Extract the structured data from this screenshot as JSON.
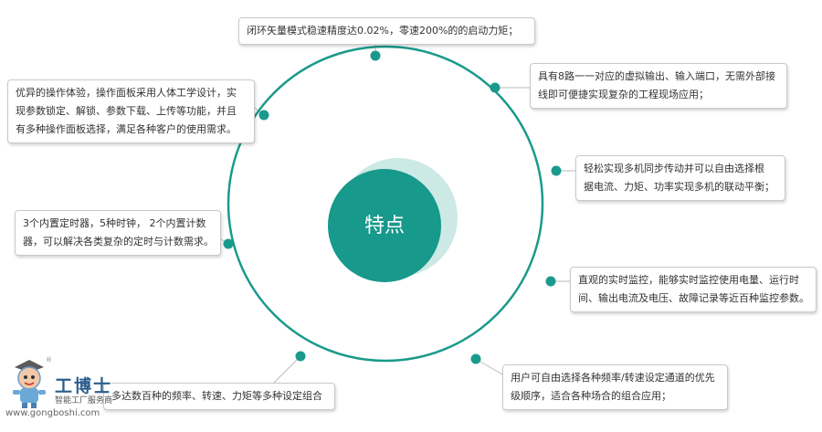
{
  "center": {
    "label": "特点"
  },
  "features": [
    {
      "id": "top",
      "lines": [
        "闭环矢量模式稳速精度达0.02%，零速200%的的启动力矩；"
      ]
    },
    {
      "id": "right-1",
      "lines": [
        "具有8路一一对应的虚拟输出、输入端口，无需外部接",
        "线即可便捷实现复杂的工程现场应用；"
      ]
    },
    {
      "id": "right-2",
      "lines": [
        "轻松实现多机同步传动并可以自由选择根",
        "据电流、力矩、功率实现多机的联动平衡；"
      ]
    },
    {
      "id": "right-3",
      "lines": [
        "直观的实时监控，能够实时监控使用电量、运行时",
        "间、输出电流及电压、故障记录等近百种监控参数。"
      ]
    },
    {
      "id": "right-4",
      "lines": [
        "用户可自由选择各种频率/转速设定通道的优先",
        "级顺序，适合各种场合的组合应用；"
      ]
    },
    {
      "id": "bottom",
      "lines": [
        "多达数百种的频率、转速、力矩等多种设定组合"
      ]
    },
    {
      "id": "left-2",
      "lines": [
        "3个内置定时器，5种时钟， 2个内置计数",
        "器，可以解决各类复杂的定时与计数需求。"
      ]
    },
    {
      "id": "left-1",
      "lines": [
        "优异的操作体验，操作面板采用人体工学设计，实",
        "现参数锁定、解锁、参数下载、上传等功能，并且",
        "有多种操作面板选择，满足各种客户的使用需求。"
      ]
    }
  ],
  "logo": {
    "brand": "工博士",
    "tagline": "智能工厂服务商",
    "url": "www.gongboshi.com",
    "registered": "®"
  },
  "colors": {
    "ring": "#1a9a8c",
    "center": "#17998b",
    "halo": "#cde9e6",
    "connector": "#bbbbbb"
  }
}
